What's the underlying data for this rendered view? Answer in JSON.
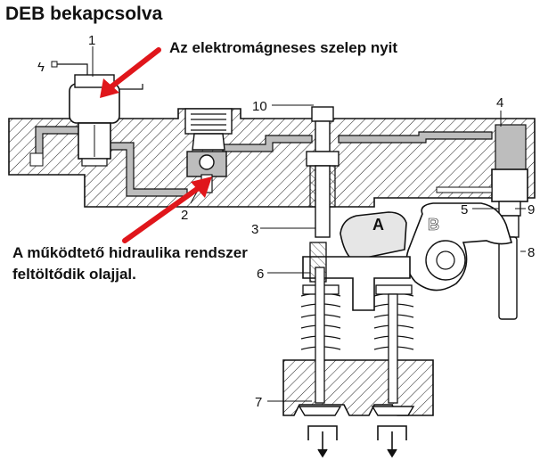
{
  "title": "DEB bekapcsolva",
  "captions": {
    "valve_opens": "Az elektromágneses szelep nyit",
    "line1": "A működtető hidraulika rendszer",
    "line2": "feltöltődik olajjal."
  },
  "callouts": [
    "1",
    "2",
    "3",
    "4",
    "5",
    "6",
    "7",
    "8",
    "9",
    "10"
  ],
  "arms": {
    "a": "A",
    "b": "B"
  },
  "colors": {
    "arrow": "#e0161b",
    "oil": "#bdbdbd",
    "ink": "#111111"
  }
}
